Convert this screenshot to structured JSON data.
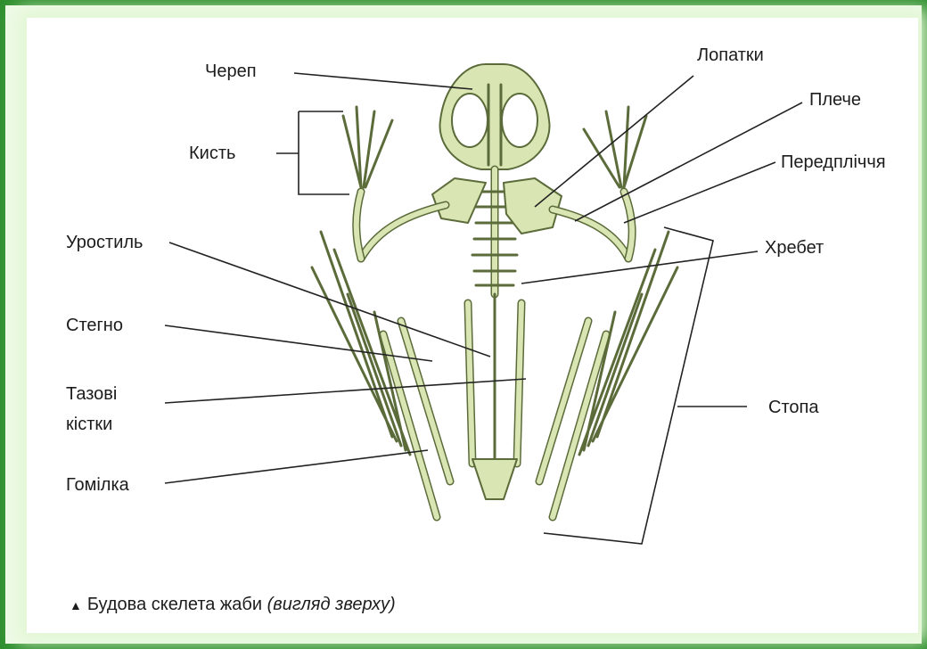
{
  "labels": {
    "skull": "Череп",
    "hand": "Кисть",
    "urostyle": "Уростиль",
    "thigh": "Стегно",
    "pelvis_line1": "Тазові",
    "pelvis_line2": "кістки",
    "shin": "Гомілка",
    "scapula": "Лопатки",
    "shoulder": "Плече",
    "forearm": "Передпліччя",
    "spine": "Хребет",
    "foot": "Стопа"
  },
  "caption": {
    "marker": "▲",
    "text": "Будова скелета жаби",
    "italic": "(вигляд зверху)"
  },
  "colors": {
    "frame": "#2f8f2f",
    "bone_fill": "#d9e6b4",
    "bone_stroke": "#5b6b3a",
    "leader": "#222222"
  }
}
